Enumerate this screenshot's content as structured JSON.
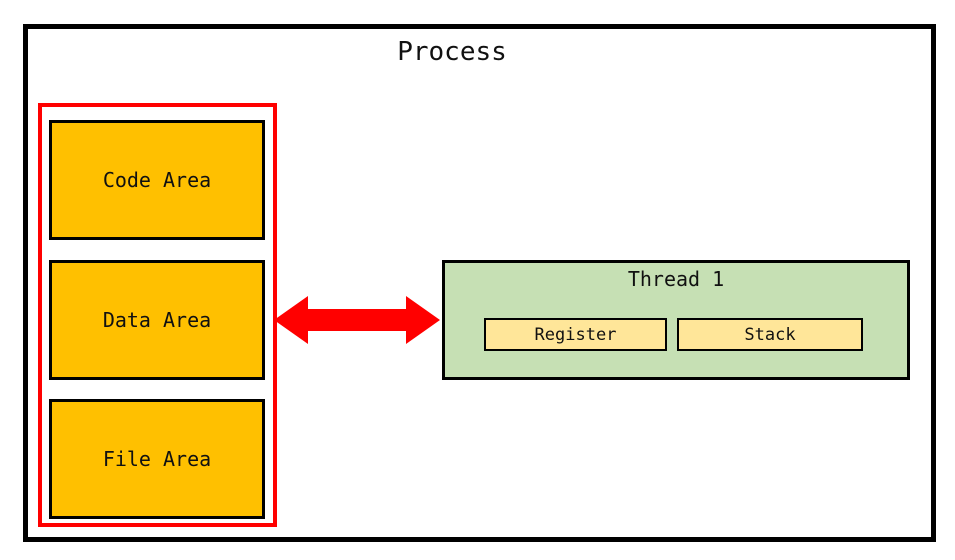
{
  "diagram": {
    "title": "Process",
    "memory_group": {
      "areas": [
        {
          "id": "code-area",
          "label": "Code Area"
        },
        {
          "id": "data-area",
          "label": "Data Area"
        },
        {
          "id": "file-area",
          "label": "File Area"
        }
      ]
    },
    "connector": {
      "type": "double-headed-arrow",
      "direction": "horizontal",
      "color": "#ff0000"
    },
    "thread": {
      "title": "Thread 1",
      "components": [
        {
          "id": "register",
          "label": "Register"
        },
        {
          "id": "stack",
          "label": "Stack"
        }
      ]
    },
    "colors": {
      "background": "#ffffff",
      "outer_border": "#000000",
      "group_outline": "#ff0000",
      "area_fill": "#ffc000",
      "area_border": "#000000",
      "thread_fill": "#c6e0b4",
      "thread_border": "#000000",
      "component_fill": "#ffe699",
      "component_border": "#000000",
      "arrow": "#ff0000",
      "text": "#111111"
    }
  }
}
